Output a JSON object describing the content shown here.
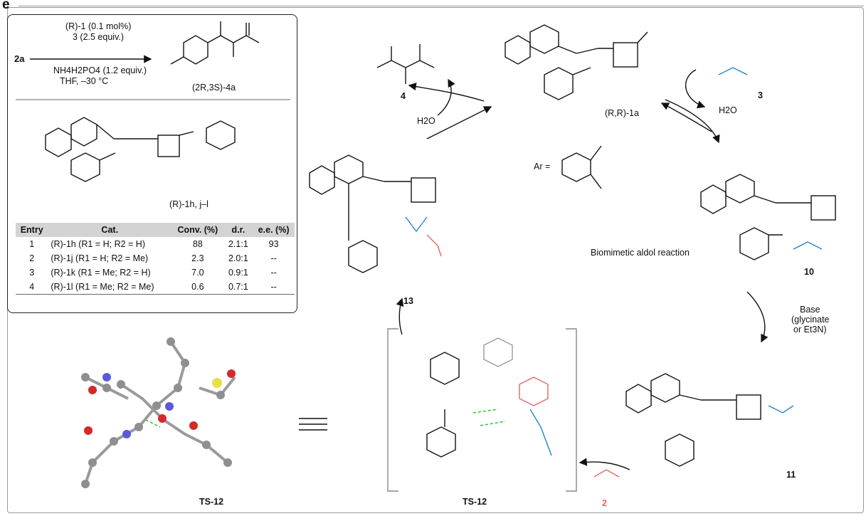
{
  "panel_letter": "e",
  "inset": {
    "reactant": "2a",
    "conditions": [
      "(R)-1 (0.1 mol%)",
      "3 (2.5 equiv.)",
      "NH4H2PO4 (1.2 equiv.)",
      "THF, –30 °C"
    ],
    "product_label": "(2R,3S)-4a",
    "catalyst_label": "(R)-1h, j–l",
    "table": {
      "headers": [
        "Entry",
        "Cat.",
        "Conv. (%)",
        "d.r.",
        "e.e. (%)"
      ],
      "rows": [
        [
          "1",
          "(R)-1h (R1 = H; R2 = H)",
          "88",
          "2.1:1",
          "93"
        ],
        [
          "2",
          "(R)-1j (R1 = H; R2 = Me)",
          "2.3",
          "2.0:1",
          "--"
        ],
        [
          "3",
          "(R)-1k (R1 = Me; R2 = H)",
          "7.0",
          "0.9:1",
          "--"
        ],
        [
          "4",
          "(R)-1l (R1 = Me; R2 = Me)",
          "0.6",
          "0.7:1",
          "--"
        ]
      ]
    }
  },
  "cycle": {
    "center_label": "Biomimetic aldol reaction",
    "catalyst_label": "(R,R)-1a",
    "ar_label": "Ar =",
    "compound_labels": {
      "c4": "4",
      "c3": "3",
      "c10": "10",
      "c11": "11",
      "c13": "13",
      "c2": "2"
    },
    "water_in": "H2O",
    "water_out": "H2O",
    "base_label": [
      "Base",
      "(glycinate",
      "or Et3N)"
    ],
    "ts_label": "TS-12",
    "xray_label": "TS-12"
  },
  "colors": {
    "glycine": "#1e86c8",
    "aldehyde": "#e06666",
    "hbond": "#33cc33"
  }
}
